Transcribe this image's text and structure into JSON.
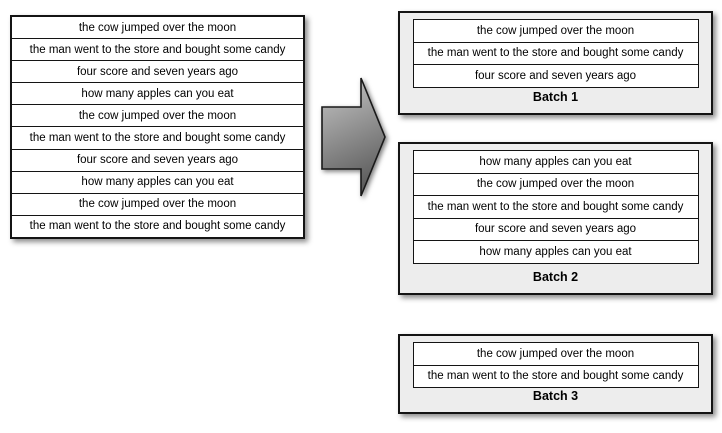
{
  "diagram": {
    "source_list": {
      "items": [
        "the cow jumped over the moon",
        "the man went to the store and bought some candy",
        "four score and seven years ago",
        "how many apples can you eat",
        "the cow jumped over the moon",
        "the man went to the store and bought some candy",
        "four score and seven years ago",
        "how many apples can you eat",
        "the cow jumped over the moon",
        "the man went to the store and bought some candy"
      ]
    },
    "arrow": {
      "direction": "right"
    },
    "batches": [
      {
        "label": "Batch 1",
        "items": [
          "the cow jumped over the moon",
          "the man went to the store and bought some candy",
          "four score and seven years ago"
        ]
      },
      {
        "label": "Batch 2",
        "items": [
          "how many apples can you eat",
          "the cow jumped over the moon",
          "the man went to the store and bought some candy",
          "four score and seven years ago",
          "how many apples can you eat"
        ]
      },
      {
        "label": "Batch 3",
        "items": [
          "the cow jumped over the moon",
          "the man went to the store and bought some candy"
        ]
      }
    ],
    "colors": {
      "row_background": "#ffffff",
      "batch_background": "#ededed",
      "border": "#141414",
      "arrow_gradient_top": "#c8c8c8",
      "arrow_gradient_bottom": "#5e5e5e"
    }
  }
}
